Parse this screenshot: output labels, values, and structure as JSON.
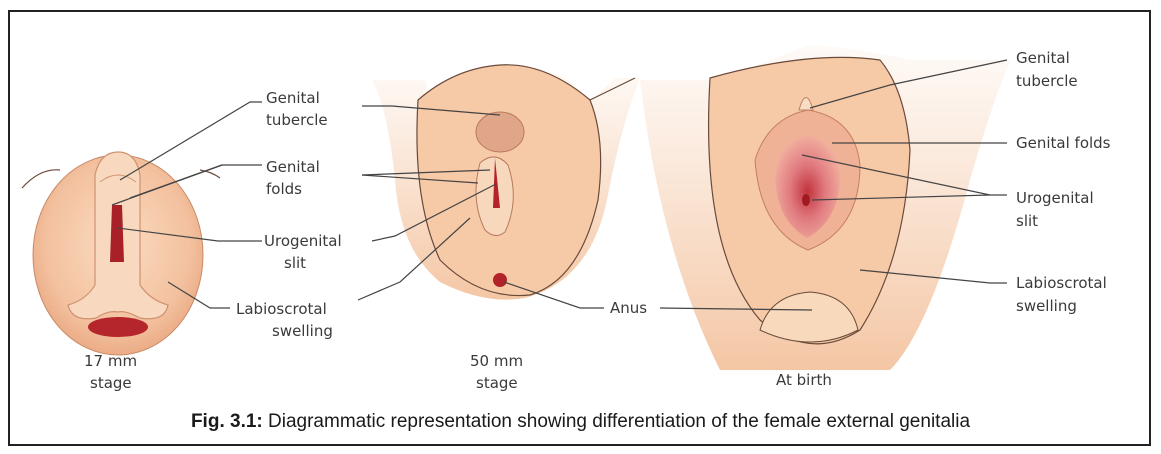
{
  "caption": {
    "figure_label": "Fig. 3.1:",
    "text": "Diagrammatic representation showing differentiation of the female external genitalia"
  },
  "stages": {
    "s17": [
      "17 mm",
      "stage"
    ],
    "s50": [
      "50 mm",
      "stage"
    ],
    "birth": "At birth"
  },
  "labels": {
    "genital_tubercle_mid": [
      "Genital",
      "tubercle"
    ],
    "genital_folds_mid": [
      "Genital",
      "folds"
    ],
    "urogenital_slit_mid": [
      "Urogenital",
      "slit"
    ],
    "labioscrotal_mid": [
      "Labioscrotal",
      "swelling"
    ],
    "anus": "Anus",
    "genital_tubercle_right": [
      "Genital",
      "tubercle"
    ],
    "genital_folds_right": "Genital folds",
    "urogenital_slit_right": [
      "Urogenital",
      "slit"
    ],
    "labioscrotal_right": [
      "Labioscrotal",
      "swelling"
    ]
  },
  "colors": {
    "skin_light": "#f7cfae",
    "skin_mid": "#eeb48f",
    "skin_dark": "#d9936a",
    "inner_pink": "#e48c8c",
    "deep_red": "#b3232a"
  }
}
